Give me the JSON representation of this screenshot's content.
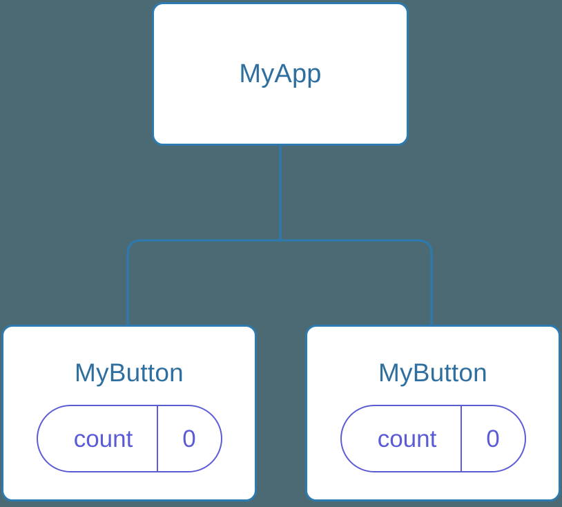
{
  "diagram": {
    "type": "component-tree",
    "background_color": "#4c6a73",
    "node_border_color": "#2d7ab0",
    "node_text_color": "#2f6f9f",
    "state_color": "#5b5bd6",
    "connector_color": "#2d7ab0",
    "root": {
      "label": "MyApp"
    },
    "children": [
      {
        "label": "MyButton",
        "state": {
          "key": "count",
          "value": "0"
        }
      },
      {
        "label": "MyButton",
        "state": {
          "key": "count",
          "value": "0"
        }
      }
    ]
  }
}
